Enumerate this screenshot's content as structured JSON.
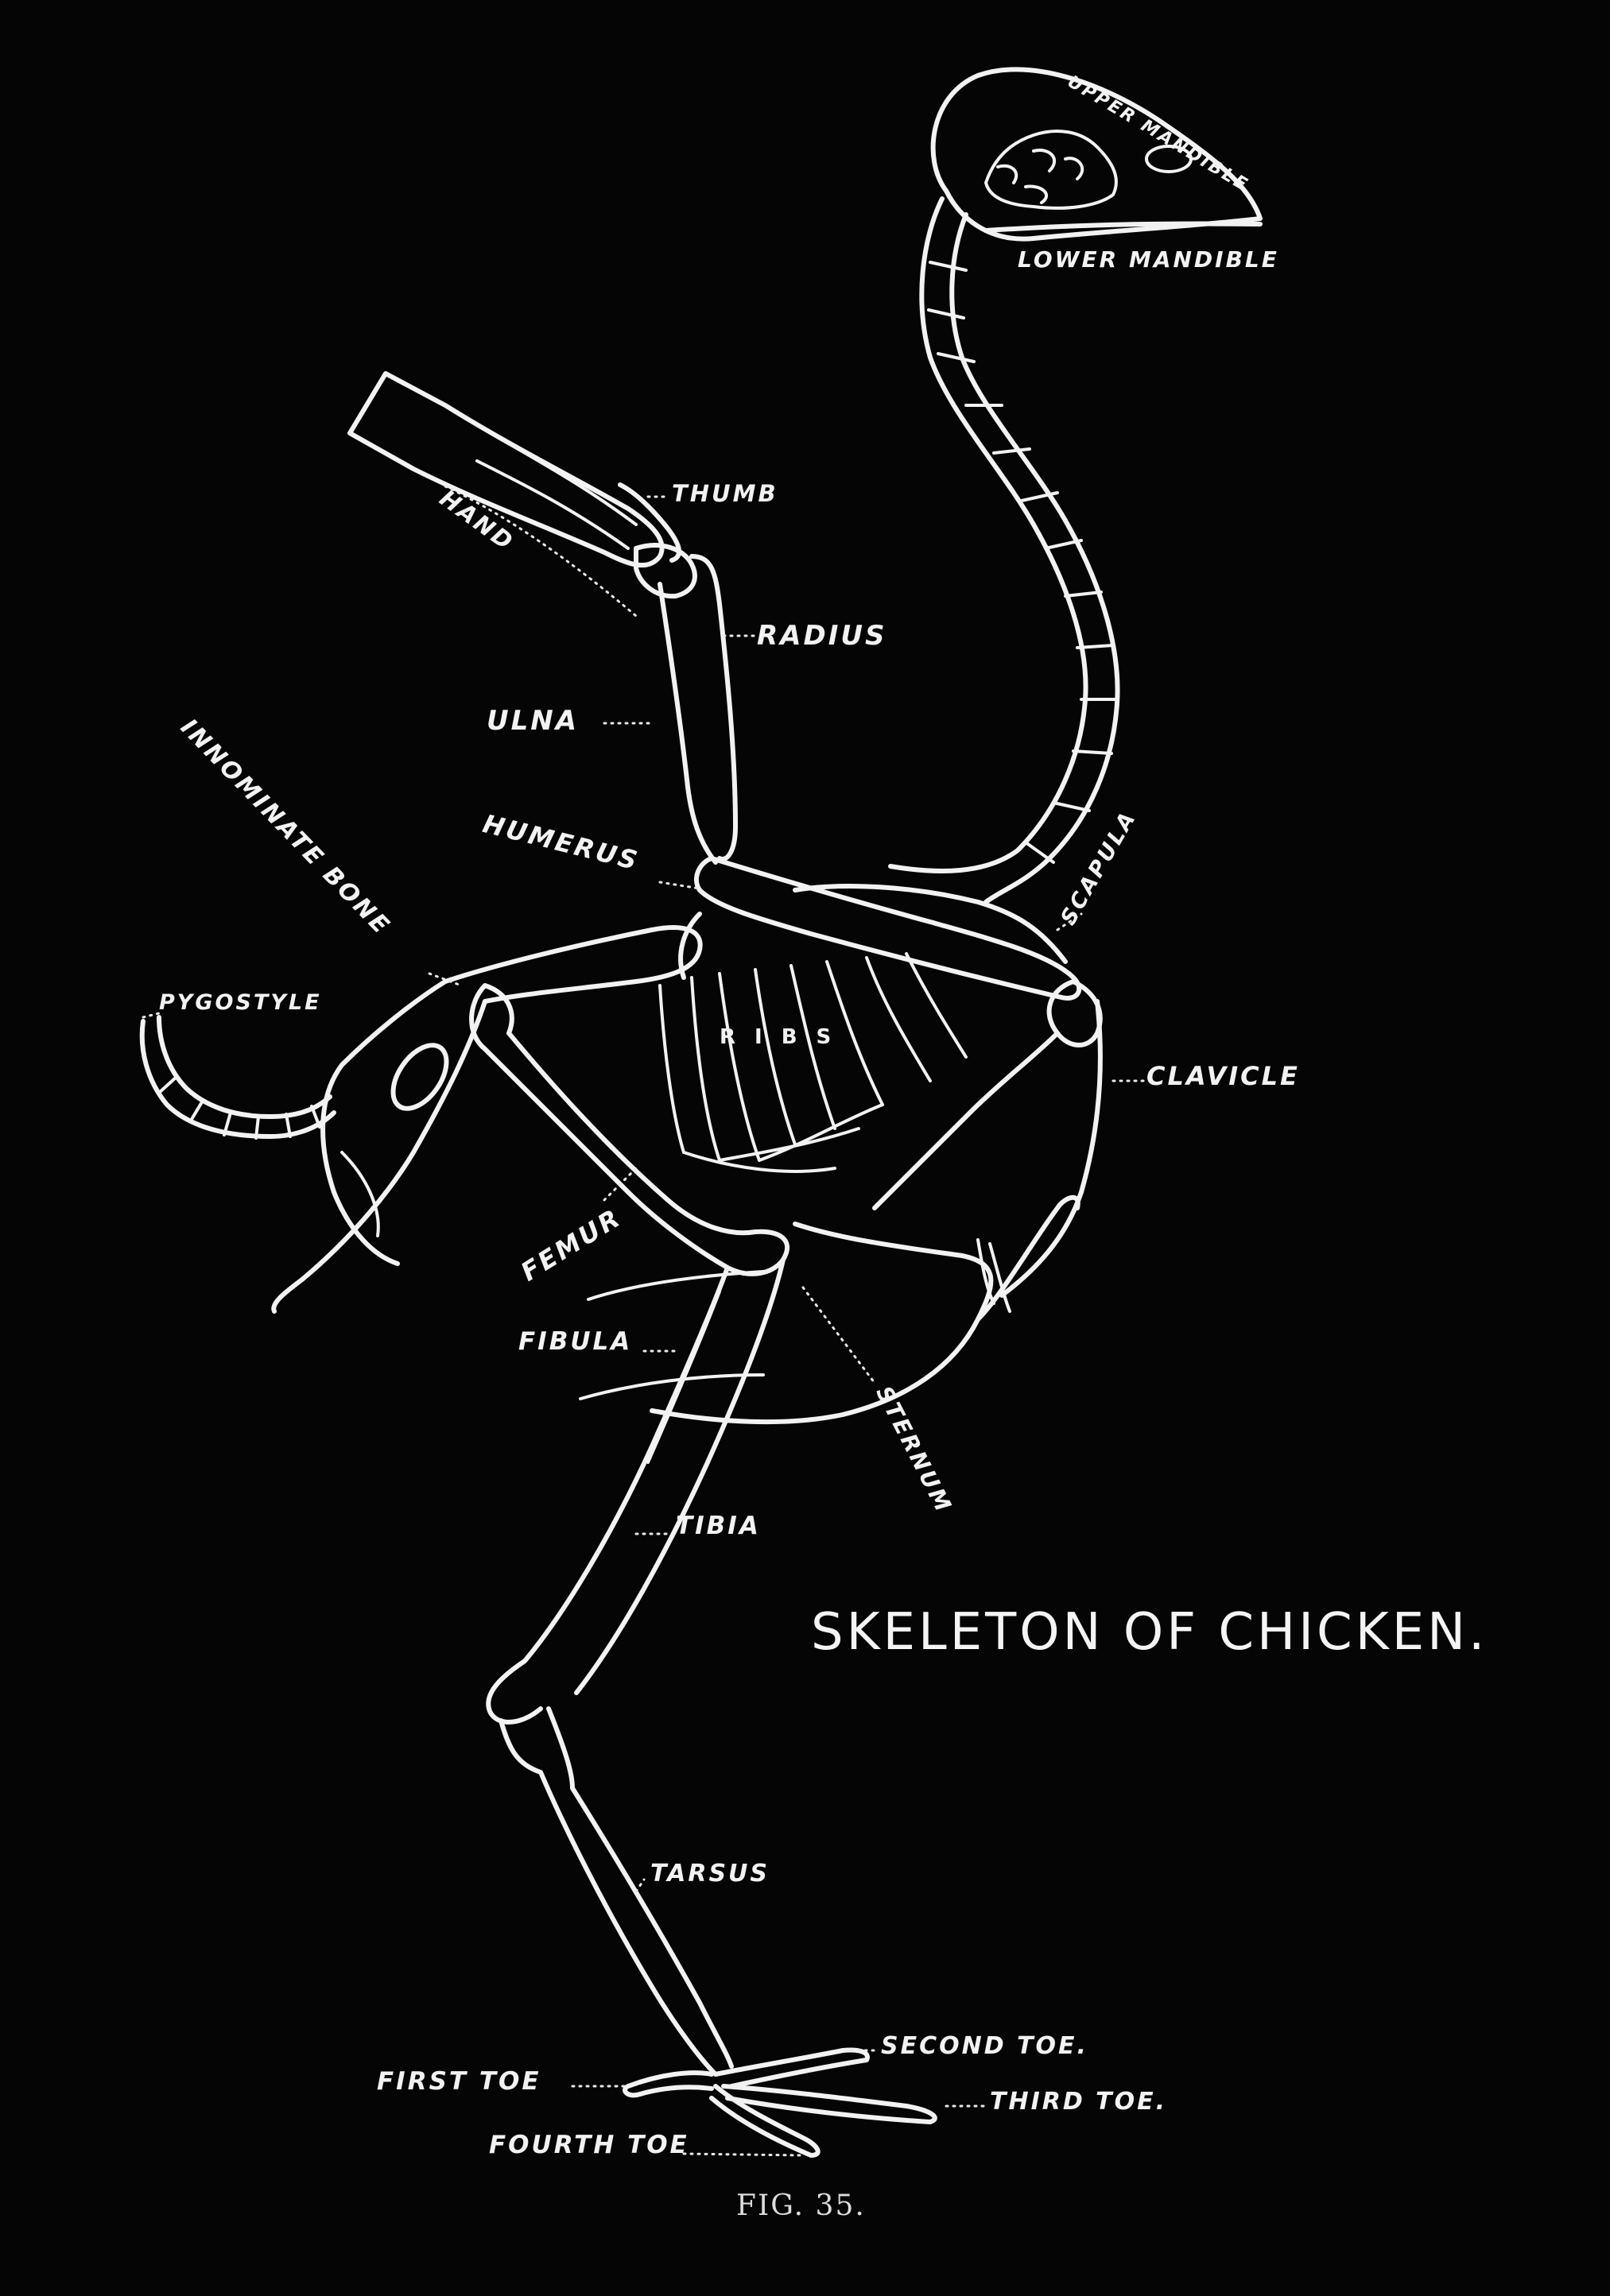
{
  "figure": {
    "title": "SKELETON OF CHICKEN.",
    "caption": "FIG. 35."
  },
  "labels": {
    "upper_mandible": "UPPER MANDIBLE",
    "lower_mandible": "LOWER MANDIBLE",
    "thumb": "THUMB",
    "hand": "HAND",
    "radius": "RADIUS",
    "ulna": "ULNA",
    "innominate_bone": "INNOMINATE BONE",
    "humerus": "HUMERUS",
    "scapula": "SCAPULA",
    "pygostyle": "PYGOSTYLE",
    "ribs": "RIBS",
    "clavicle": "CLAVICLE",
    "femur": "FEMUR",
    "fibula": "FIBULA",
    "sternum": "STERNUM",
    "tibia": "TIBIA",
    "tarsus": "TARSUS",
    "second_toe": "SECOND TOE.",
    "first_toe": "FIRST TOE",
    "third_toe": "THIRD TOE.",
    "fourth_toe": "FOURTH TOE"
  },
  "colors": {
    "background": "#050505",
    "ink": "#f2f2f2"
  }
}
